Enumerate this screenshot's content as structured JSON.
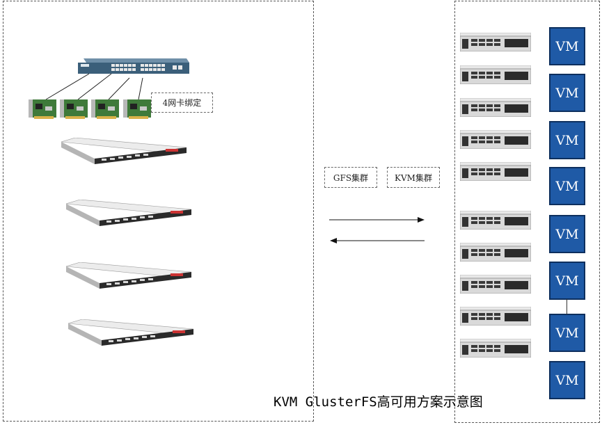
{
  "labels": {
    "nic_bond": "4网卡绑定",
    "gfs_cluster": "GFS集群",
    "kvm_cluster": "KVM集群"
  },
  "vm_label": "VM",
  "title": "KVM GlusterFS高可用方案示意图",
  "colors": {
    "vm_fill": "#1f5aa6",
    "vm_border": "#0d2f5e",
    "switch_body": "#3b5f7a",
    "nic_board": "#3f7a3a",
    "server_body": "#d9d9d9"
  },
  "icons": {
    "switch": "network-switch-icon",
    "nic": "network-card-icon",
    "rack_server": "rack-server-icon",
    "host_server": "host-server-icon"
  }
}
